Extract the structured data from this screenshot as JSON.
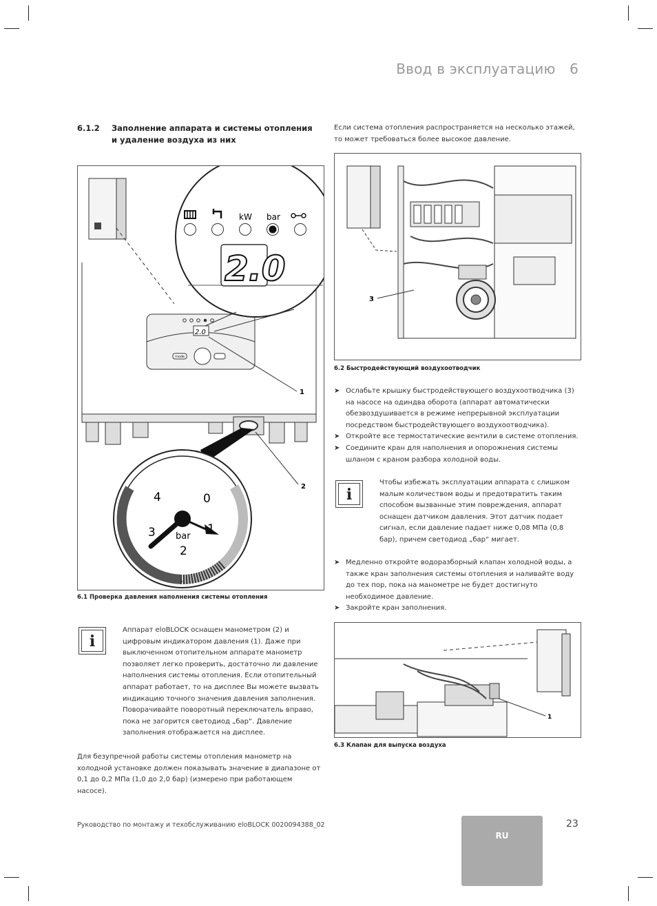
{
  "header": {
    "chapter_title": "Ввод в эксплуатацию",
    "chapter_number": "6"
  },
  "section": {
    "number": "6.1.2",
    "title": "Заполнение аппарата и системы отопления и удаление воздуха из них"
  },
  "right_intro": "Если система отопления распространяется на несколько этажей, то может требоваться более высокое давление.",
  "figure1": {
    "caption": "6.1 Проверка давления наполнения системы отопления",
    "display": "2.0",
    "panel_labels": [
      "kW",
      "bar"
    ],
    "gauge_numbers": [
      "4",
      "0",
      "3",
      "1",
      "2"
    ],
    "gauge_unit": "bar",
    "callouts": [
      "1",
      "2"
    ],
    "button_label": "mode"
  },
  "figure2": {
    "caption": "6.2 Быстродействующий воздухоотводчик",
    "callout": "3"
  },
  "figure3": {
    "caption": "6.3 Клапан для выпуска воздуха",
    "callout": "1"
  },
  "bullets1": [
    "Ослабьте крышку быстродействующего воздухоотводчика (3) на насосе на одиндва оборота (аппарат автоматически обезвоздушивается в режиме непрерывной эксплуатации посредством быстродействующего воздухоотводчика).",
    "Откройте все термостатические вентили в системе отопления.",
    "Соедините кран для наполнения и опорожнения системы шланом с краном разбора холодной воды."
  ],
  "info_right": "Чтобы избежать эксплуатации аппарата с слишком малым количеством воды и предотвратить таким способом вызванные этим повреждения, аппарат оснащен датчиком давления. Этот датчик подает сигнал, если давление падает ниже 0,08 МПа (0,8 бар), причем светодиод „бар“ мигает.",
  "bullets2": [
    "Медленно откройте водоразборный клапан холодной воды, а также кран заполнения системы отопления и наливайте воду до тех пор, пока на манометре не будет достигнуто необходимое давление.",
    "Закройте кран заполнения."
  ],
  "info_left": "Аппарат eloBLOCK оснащен манометром (2) и цифровым индикатором давления (1). Даже при выключенном отопительном аппарате манометр позволяет легко проверить, достаточно ли давление наполнения системы отопления. Если отопительный аппарат работает, то на дисплее Вы можете вызвать индикацию точного значения давления заполнения. Поворачивайте поворотный переключатель вправо, пока не загорится светодиод „бар“. Давление заполнения отображается на дисплее.",
  "bottom_para": "Для безупречной работы системы отопления манометр на холодной установке должен показывать значение в диапазоне от 0,1 до 0,2 МПа (1,0 до 2,0 бар) (измерено при работающем насосе).",
  "footer": {
    "manual": "Руководство по монтажу и техобслуживанию eloBLOCK 0020094388_02",
    "page": "23",
    "lang": "RU"
  }
}
